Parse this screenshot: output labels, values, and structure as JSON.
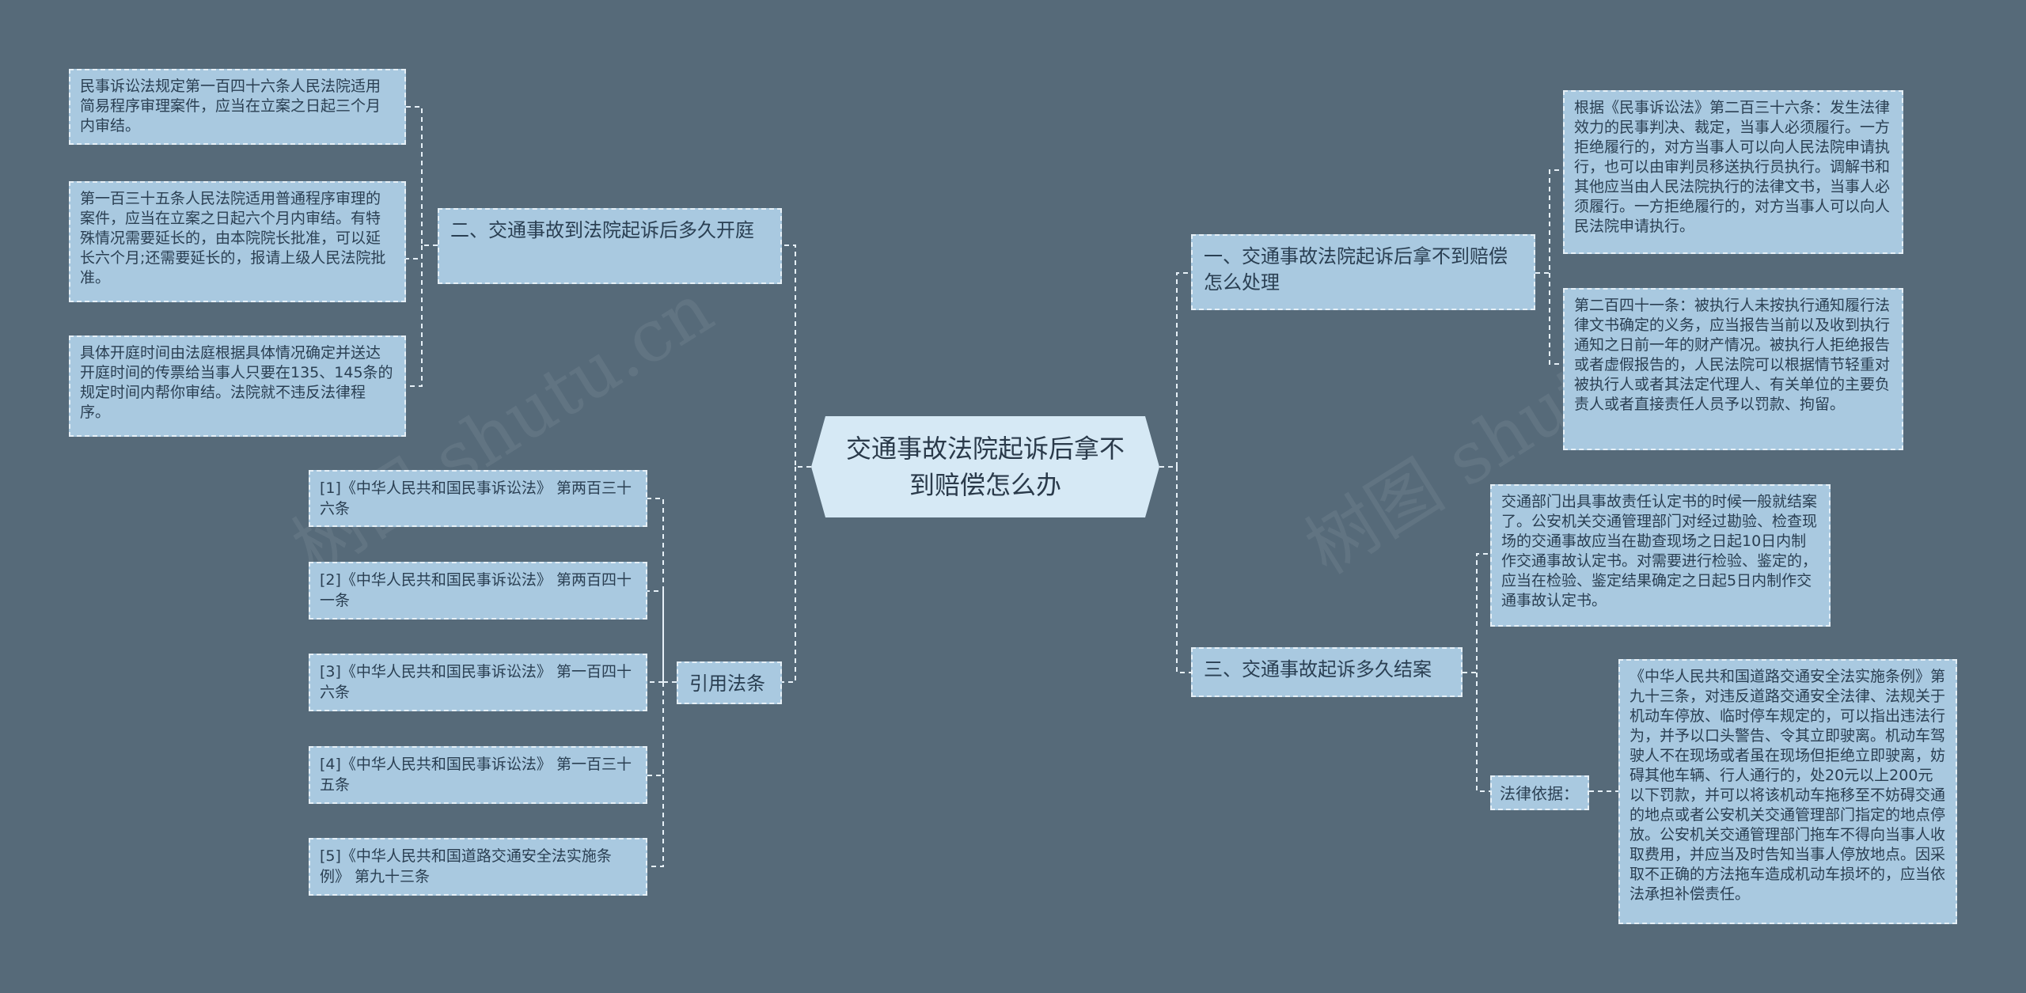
{
  "center": {
    "title": "交通事故法院起诉后拿不到赔偿怎么办"
  },
  "left": {
    "branch_trial": {
      "label": "二、交通事故到法院起诉后多久开庭",
      "children": [
        "民事诉讼法规定第一百四十六条人民法院适用简易程序审理案件，应当在立案之日起三个月内审结。",
        "第一百三十五条人民法院适用普通程序审理的案件，应当在立案之日起六个月内审结。有特殊情况需要延长的，由本院院长批准，可以延长六个月;还需要延长的，报请上级人民法院批准。",
        "具体开庭时间由法庭根据具体情况确定并送达开庭时间的传票给当事人只要在135、145条的规定时间内帮你审结。法院就不违反法律程序。"
      ]
    },
    "branch_cite": {
      "label": "引用法条",
      "children": [
        "[1]《中华人民共和国民事诉讼法》 第两百三十六条",
        "[2]《中华人民共和国民事诉讼法》 第两百四十一条",
        "[3]《中华人民共和国民事诉讼法》 第一百四十六条",
        "[4]《中华人民共和国民事诉讼法》 第一百三十五条",
        "[5]《中华人民共和国道路交通安全法实施条例》 第九十三条"
      ]
    }
  },
  "right": {
    "branch_handle": {
      "label": "一、交通事故法院起诉后拿不到赔偿怎么处理",
      "children": [
        "根据《民事诉讼法》第二百三十六条：发生法律效力的民事判决、裁定，当事人必须履行。一方拒绝履行的，对方当事人可以向人民法院申请执行，也可以由审判员移送执行员执行。调解书和其他应当由人民法院执行的法律文书，当事人必须履行。一方拒绝履行的，对方当事人可以向人民法院申请执行。",
        "第二百四十一条：被执行人未按执行通知履行法律文书确定的义务，应当报告当前以及收到执行通知之日前一年的财产情况。被执行人拒绝报告或者虚假报告的，人民法院可以根据情节轻重对被执行人或者其法定代理人、有关单位的主要负责人或者直接责任人员予以罚款、拘留。"
      ]
    },
    "branch_close": {
      "label": "三、交通事故起诉多久结案",
      "children": [
        "交通部门出具事故责任认定书的时候一般就结案了。公安机关交通管理部门对经过勘验、检查现场的交通事故应当在勘查现场之日起10日内制作交通事故认定书。对需要进行检验、鉴定的，应当在检验、鉴定结果确定之日起5日内制作交通事故认定书。"
      ],
      "basis": {
        "label": "法律依据：",
        "text": "《中华人民共和国道路交通安全法实施条例》第九十三条，对违反道路交通安全法律、法规关于机动车停放、临时停车规定的，可以指出违法行为，并予以口头警告、令其立即驶离。机动车驾驶人不在现场或者虽在现场但拒绝立即驶离，妨碍其他车辆、行人通行的，处20元以上200元以下罚款，并可以将该机动车拖移至不妨碍交通的地点或者公安机关交通管理部门指定的地点停放。公安机关交通管理部门拖车不得向当事人收取费用，并应当及时告知当事人停放地点。因采取不正确的方法拖车造成机动车损坏的，应当依法承担补偿责任。"
      }
    }
  },
  "colors": {
    "background": "#566a79",
    "node": "#a9c9e0",
    "center": "#d6e9f5",
    "line": "#e6f0f7"
  }
}
